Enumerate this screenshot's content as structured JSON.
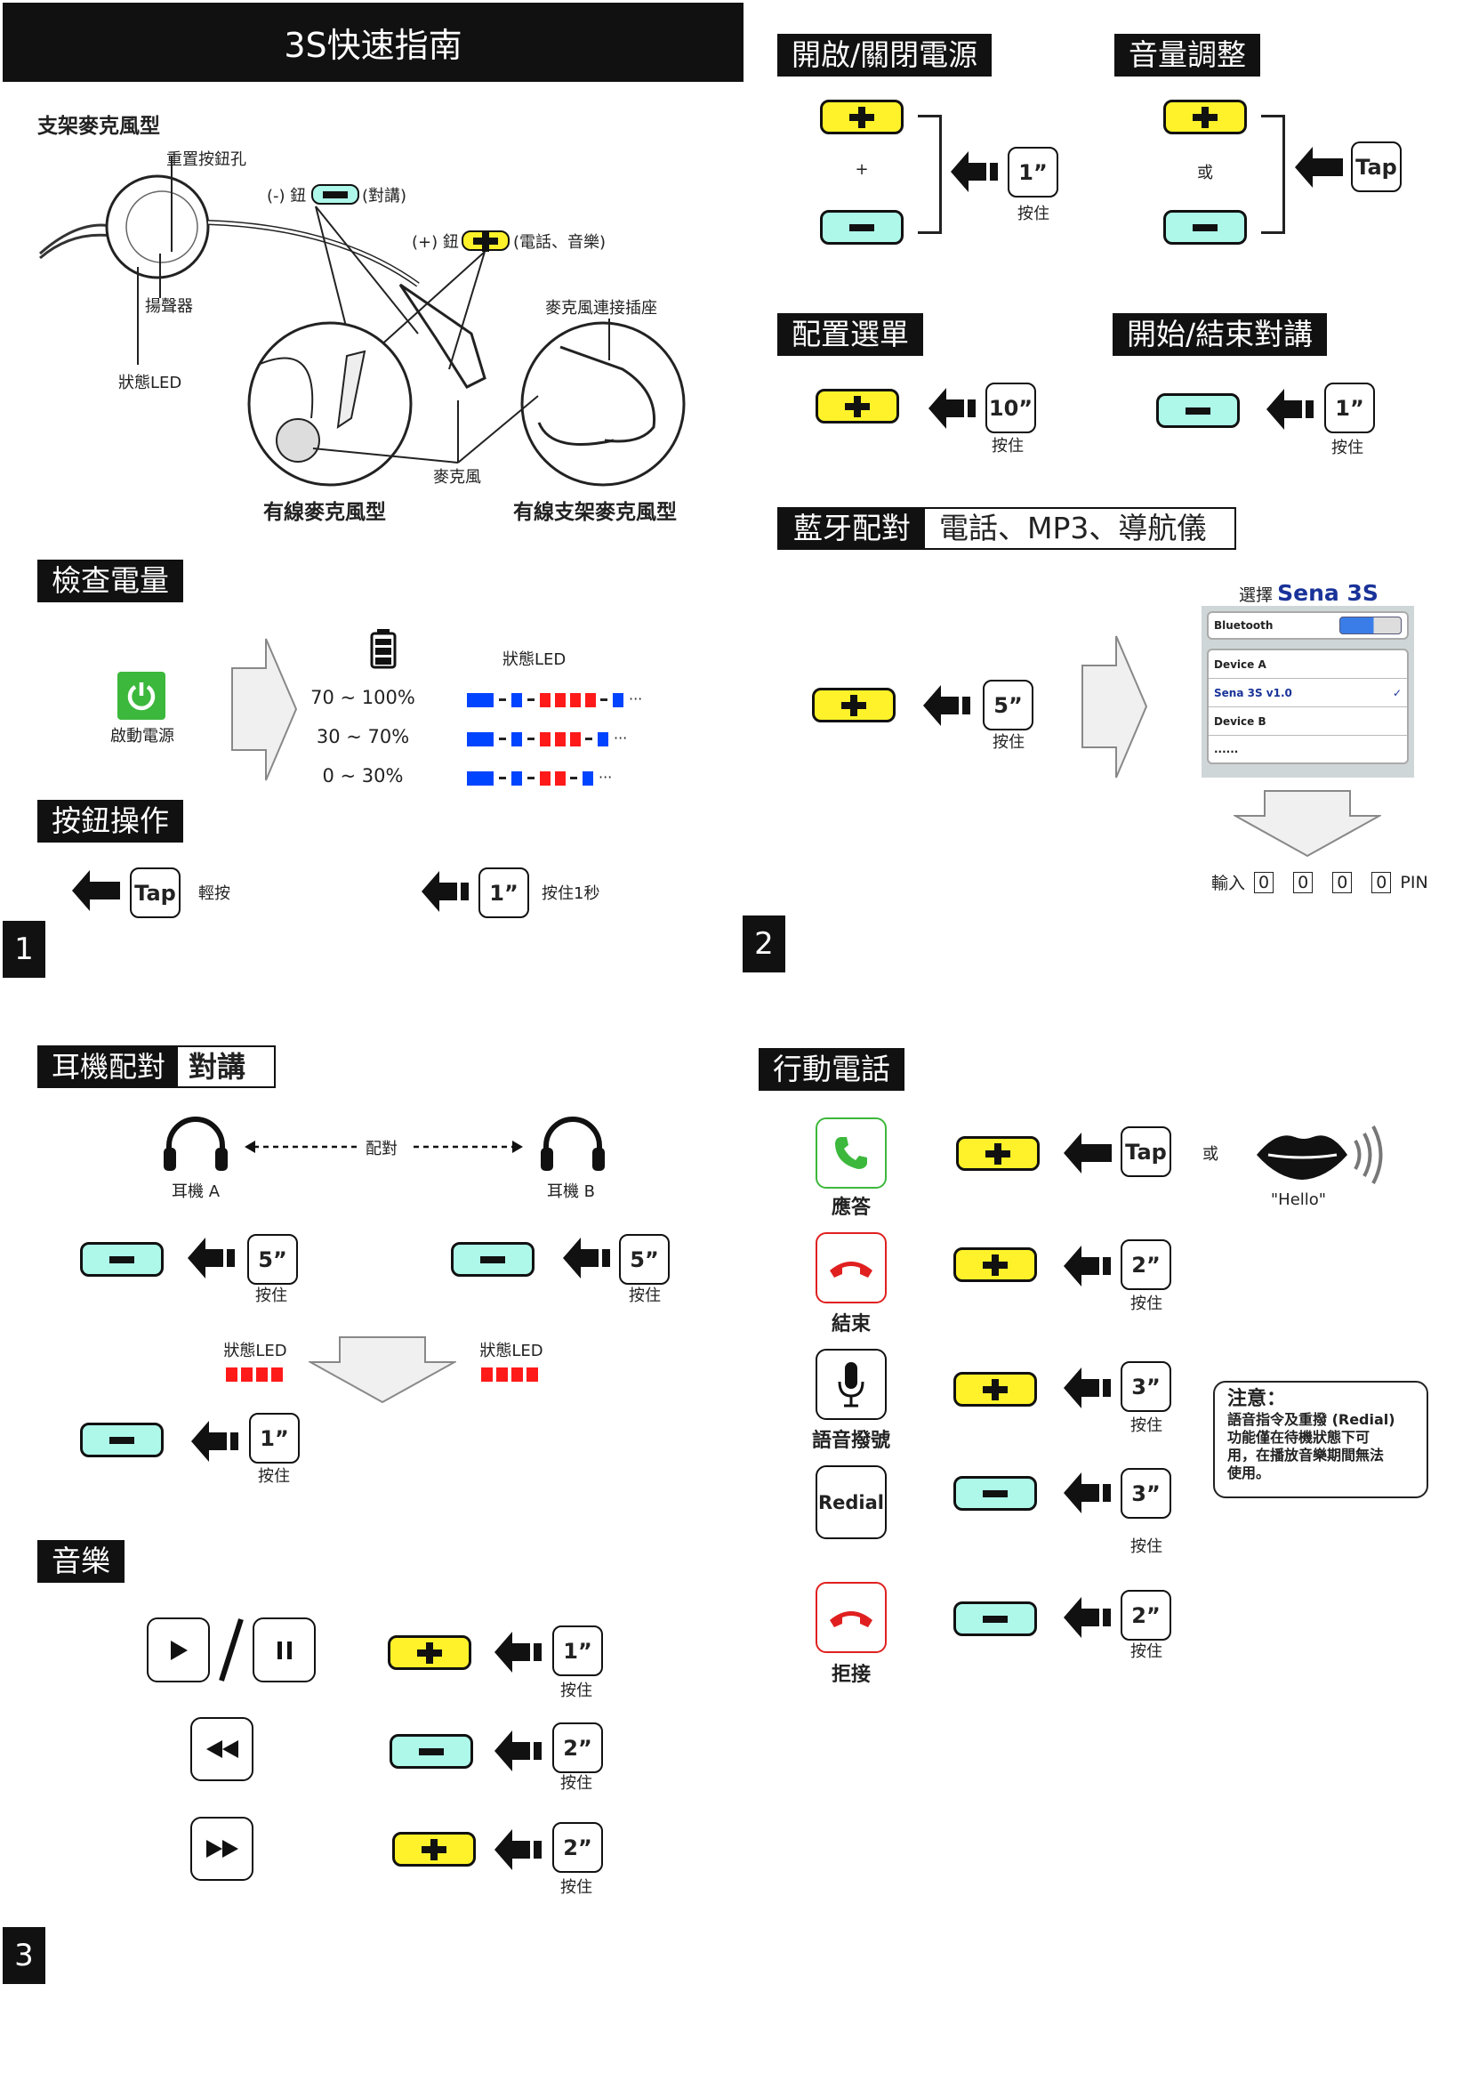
{
  "title": "3S快速指南",
  "mount_diagram": {
    "heading": "支架麥克風型",
    "reset_hole": "重置按鈕孔",
    "minus_btn_prefix": "(-) 鈕",
    "minus_btn_suffix": "(對講)",
    "plus_btn_prefix": "(+) 鈕",
    "plus_btn_suffix": "(電話、音樂)",
    "speaker": "揚聲器",
    "status_led": "狀態LED",
    "mic_socket": "麥克風連接插座",
    "mic": "麥克風",
    "wired_mic": "有線麥克風型",
    "wired_boom_mic": "有線支架麥克風型"
  },
  "battery": {
    "heading": "檢查電量",
    "power_on": "啟動電源",
    "status_led": "狀態LED",
    "rows": [
      {
        "range": "70 ~ 100%",
        "red_count": 4
      },
      {
        "range": "30 ~ 70%",
        "red_count": 3
      },
      {
        "range": "0 ~ 30%",
        "red_count": 2
      }
    ],
    "ellipsis": "···"
  },
  "button_ops": {
    "heading": "按鈕操作",
    "tap": "Tap",
    "tap_label": "輕按",
    "hold": "1”",
    "hold_label": "按住1秒"
  },
  "pages": [
    "1",
    "2",
    "3"
  ],
  "power": {
    "heading": "開啟/關閉電源",
    "joiner": "+",
    "time": "1”",
    "hold": "按住"
  },
  "volume": {
    "heading": "音量調整",
    "joiner": "或",
    "tap": "Tap"
  },
  "config": {
    "heading": "配置選單",
    "time": "10”",
    "hold": "按住"
  },
  "intercom_toggle": {
    "heading": "開始/結束對講",
    "time": "1”",
    "hold": "按住"
  },
  "bt_pairing": {
    "heading": "藍牙配對",
    "subheading": "電話、MP3、導航儀",
    "time": "5”",
    "hold": "按住",
    "select": "選擇",
    "device_name": "Sena 3S",
    "bluetooth": "Bluetooth",
    "devices": [
      "Device A",
      "Sena 3S v1.0",
      "Device B",
      "......"
    ],
    "enter": "輸入",
    "pin": [
      "0",
      "0",
      "0",
      "0"
    ],
    "pin_label": "PIN"
  },
  "headset_pairing": {
    "heading": "耳機配對",
    "subheading": "對講",
    "headset_a": "耳機 A",
    "headset_b": "耳機 B",
    "pair": "配對",
    "time5": "5”",
    "time1": "1”",
    "hold": "按住",
    "status_led": "狀態LED"
  },
  "music": {
    "heading": "音樂",
    "rows": [
      {
        "time": "1”",
        "hold": "按住"
      },
      {
        "time": "2”",
        "hold": "按住"
      },
      {
        "time": "2”",
        "hold": "按住"
      }
    ]
  },
  "phone": {
    "heading": "行動電話",
    "answer": "應答",
    "tap": "Tap",
    "or": "或",
    "hello": "\"Hello\"",
    "end": "結束",
    "end_time": "2”",
    "voice_dial": "語音撥號",
    "voice_time": "3”",
    "redial": "Redial",
    "redial_time": "3”",
    "reject": "拒接",
    "reject_time": "2”",
    "hold": "按住",
    "note_title": "注意：",
    "note_lines": [
      "語音指令及重撥 (Redial)",
      "功能僅在待機狀態下可",
      "用，在播放音樂期間無法",
      "使用。"
    ]
  },
  "colors": {
    "plus": "#fff22a",
    "minus": "#aef8ea",
    "led_blue": "#0044ff",
    "led_red": "#ff1a1a",
    "accent_blue": "#1a3399"
  }
}
